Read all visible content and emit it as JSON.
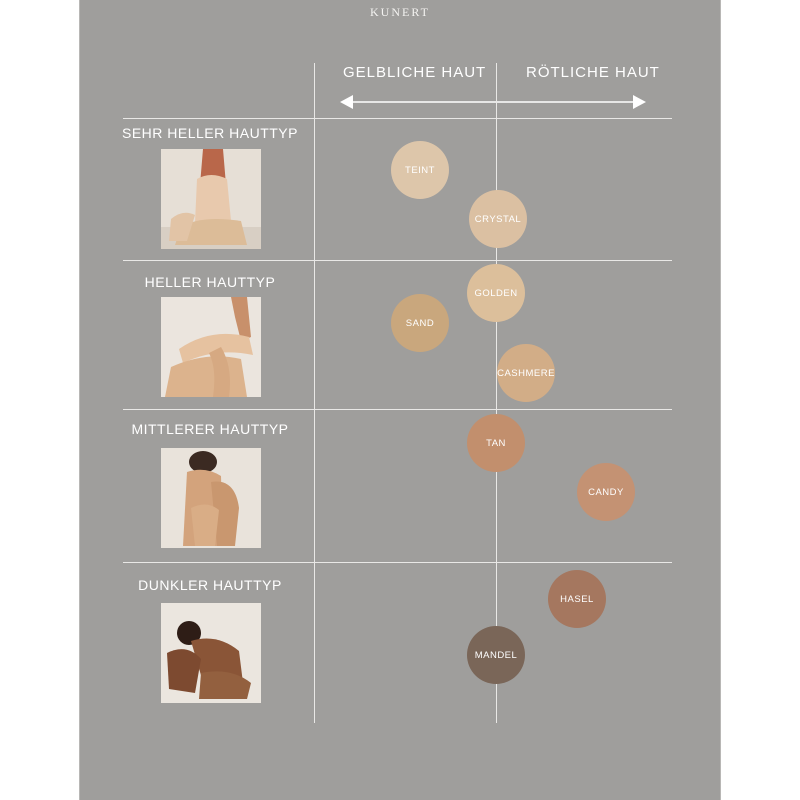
{
  "brand": "KUNERT",
  "columns": {
    "left": "GELBLICHE HAUT",
    "right": "RÖTLICHE HAUT"
  },
  "rows": [
    {
      "label": "SEHR HELLER HAUTTYP",
      "photo": "fair-skin-model-photo"
    },
    {
      "label": "HELLER HAUTTYP",
      "photo": "light-skin-model-photo"
    },
    {
      "label": "MITTLERER HAUTTYP",
      "photo": "medium-skin-model-photo"
    },
    {
      "label": "DUNKLER HAUTTYP",
      "photo": "dark-skin-model-photo"
    }
  ],
  "shades": [
    {
      "name": "TEINT",
      "color": "#ddc6aa"
    },
    {
      "name": "CRYSTAL",
      "color": "#dbc0a2"
    },
    {
      "name": "GOLDEN",
      "color": "#dcbf9b"
    },
    {
      "name": "SAND",
      "color": "#c9a77d"
    },
    {
      "name": "CASHMERE",
      "color": "#d2ad87"
    },
    {
      "name": "TAN",
      "color": "#c28f6d"
    },
    {
      "name": "CANDY",
      "color": "#c49273"
    },
    {
      "name": "HASEL",
      "color": "#a5775f"
    },
    {
      "name": "MANDEL",
      "color": "#7a6658"
    }
  ],
  "colors": {
    "panel": "#9f9e9c",
    "lines": "#e9e8e6",
    "text": "#ffffff"
  }
}
